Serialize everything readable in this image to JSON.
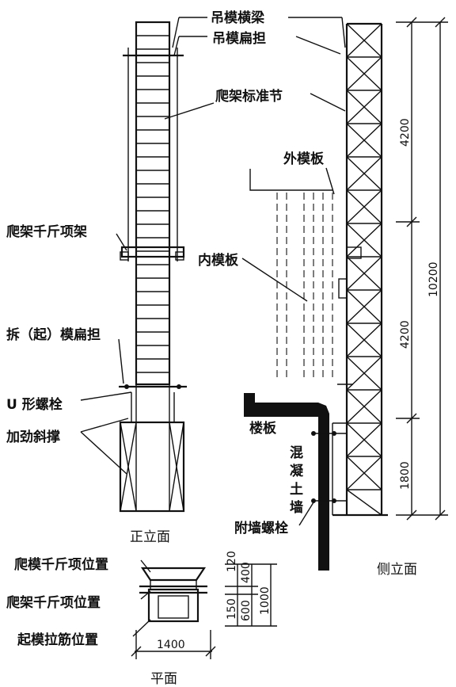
{
  "labels": {
    "hoist_beam": "吊模横梁",
    "hoist_flat_lift": "吊模扁担",
    "frame_standard_section": "爬架标准节",
    "outer_formwork": "外模板",
    "frame_jack_top_frame": "爬架千斤项架",
    "inner_formwork": "内模板",
    "demold_flat_lift": "拆（起）模扁担",
    "u_bolt": "U 形螺栓",
    "stiffening_brace": "加劲斜撑",
    "floor_slab": "楼板",
    "concrete_wall": "混凝土墙",
    "wall_bolt": "附墙螺栓",
    "front_elevation": "正立面",
    "side_elevation": "侧立面",
    "plan": "平面",
    "form_jack_position": "爬模千斤项位置",
    "frame_jack_position": "爬架千斤项位置",
    "demold_tie_position": "起模拉筋位置"
  },
  "dimensions": {
    "side_upper": "4200",
    "side_middle": "4200",
    "side_lower": "1800",
    "side_total": "10200",
    "plan_width": "1400",
    "plan_120": "120",
    "plan_400": "400",
    "plan_150": "150",
    "plan_600": "600",
    "plan_1000": "1000"
  }
}
